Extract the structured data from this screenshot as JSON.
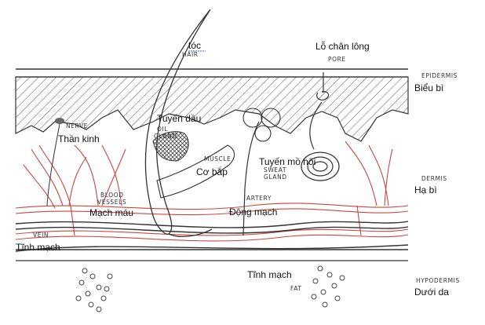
{
  "labels_en": {
    "hair": "HAIR",
    "pore": "PORE",
    "epidermis": "EPIDERMIS",
    "nerve": "NERVE",
    "oil_gland": [
      "OIL",
      "GLAND"
    ],
    "muscle": "MUSCLE",
    "sweat_gland": [
      "SWEAT",
      "GLAND"
    ],
    "dermis": "DERMIS",
    "blood_vessels": [
      "BLOOD",
      "VESSELS"
    ],
    "artery": "ARTERY",
    "vein": "VEIN",
    "hypodermis": "HYPODERMIS",
    "fat": "FAT"
  },
  "labels_vi": {
    "hair": "tóc",
    "pore": "Lỗ chân lông",
    "epidermis": "Biểu bì",
    "nerve": "Thần kinh",
    "oil_gland": "Tuyến dầu",
    "muscle": "Cơ bắp",
    "sweat_gland": "Tuyến mồ hôi",
    "dermis": "Hạ bì",
    "blood_vessels": "Mạch máu",
    "artery": "Động mạch",
    "vein_left": "Tĩnh mạch",
    "vein_bottom": "Tĩnh mạch",
    "hypodermis": "Dưới da"
  },
  "colors": {
    "ink": "#333333",
    "vessel_red": "#c9473e",
    "text": "#111111",
    "spellcheck_underline": "#3b5bdb"
  }
}
